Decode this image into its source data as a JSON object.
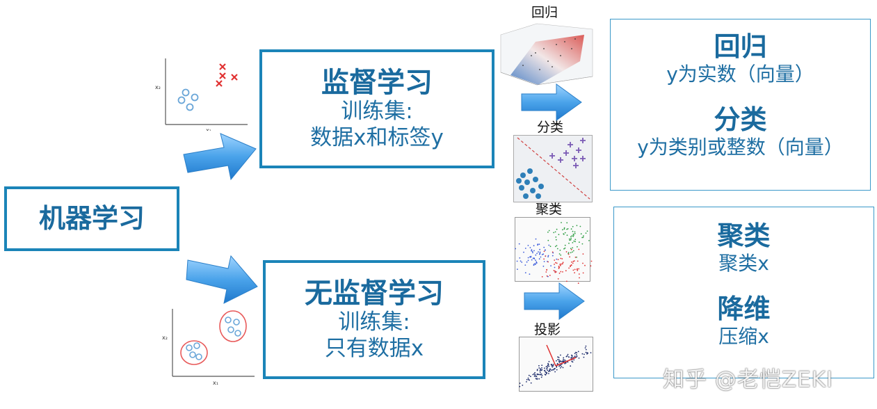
{
  "root": {
    "label": "机器学习"
  },
  "supervised": {
    "title": "监督学习",
    "line1": "训练集:",
    "line2": "数据x和标签y"
  },
  "unsupervised": {
    "title": "无监督学习",
    "line1": "训练集:",
    "line2": "只有数据x"
  },
  "examples": {
    "regression_caption": "回归",
    "classification_caption": "分类",
    "clustering_caption": "聚类",
    "projection_caption": "投影"
  },
  "results_supervised": {
    "regression_title": "回归",
    "regression_desc": "y为实数（向量）",
    "classification_title": "分类",
    "classification_desc": "y为类别或整数（向量）"
  },
  "results_unsupervised": {
    "clustering_title": "聚类",
    "clustering_desc": "聚类x",
    "dimreduction_title": "降维",
    "dimreduction_desc": "压缩x"
  },
  "mini_axes": {
    "x_label": "x₁",
    "y_label": "x₂"
  },
  "watermark": "知乎 @老恺ZEKI",
  "colors": {
    "box_border": "#1b84b8",
    "title_text": "#1a6a9e",
    "arrow_fill": "#4aa3ea"
  }
}
